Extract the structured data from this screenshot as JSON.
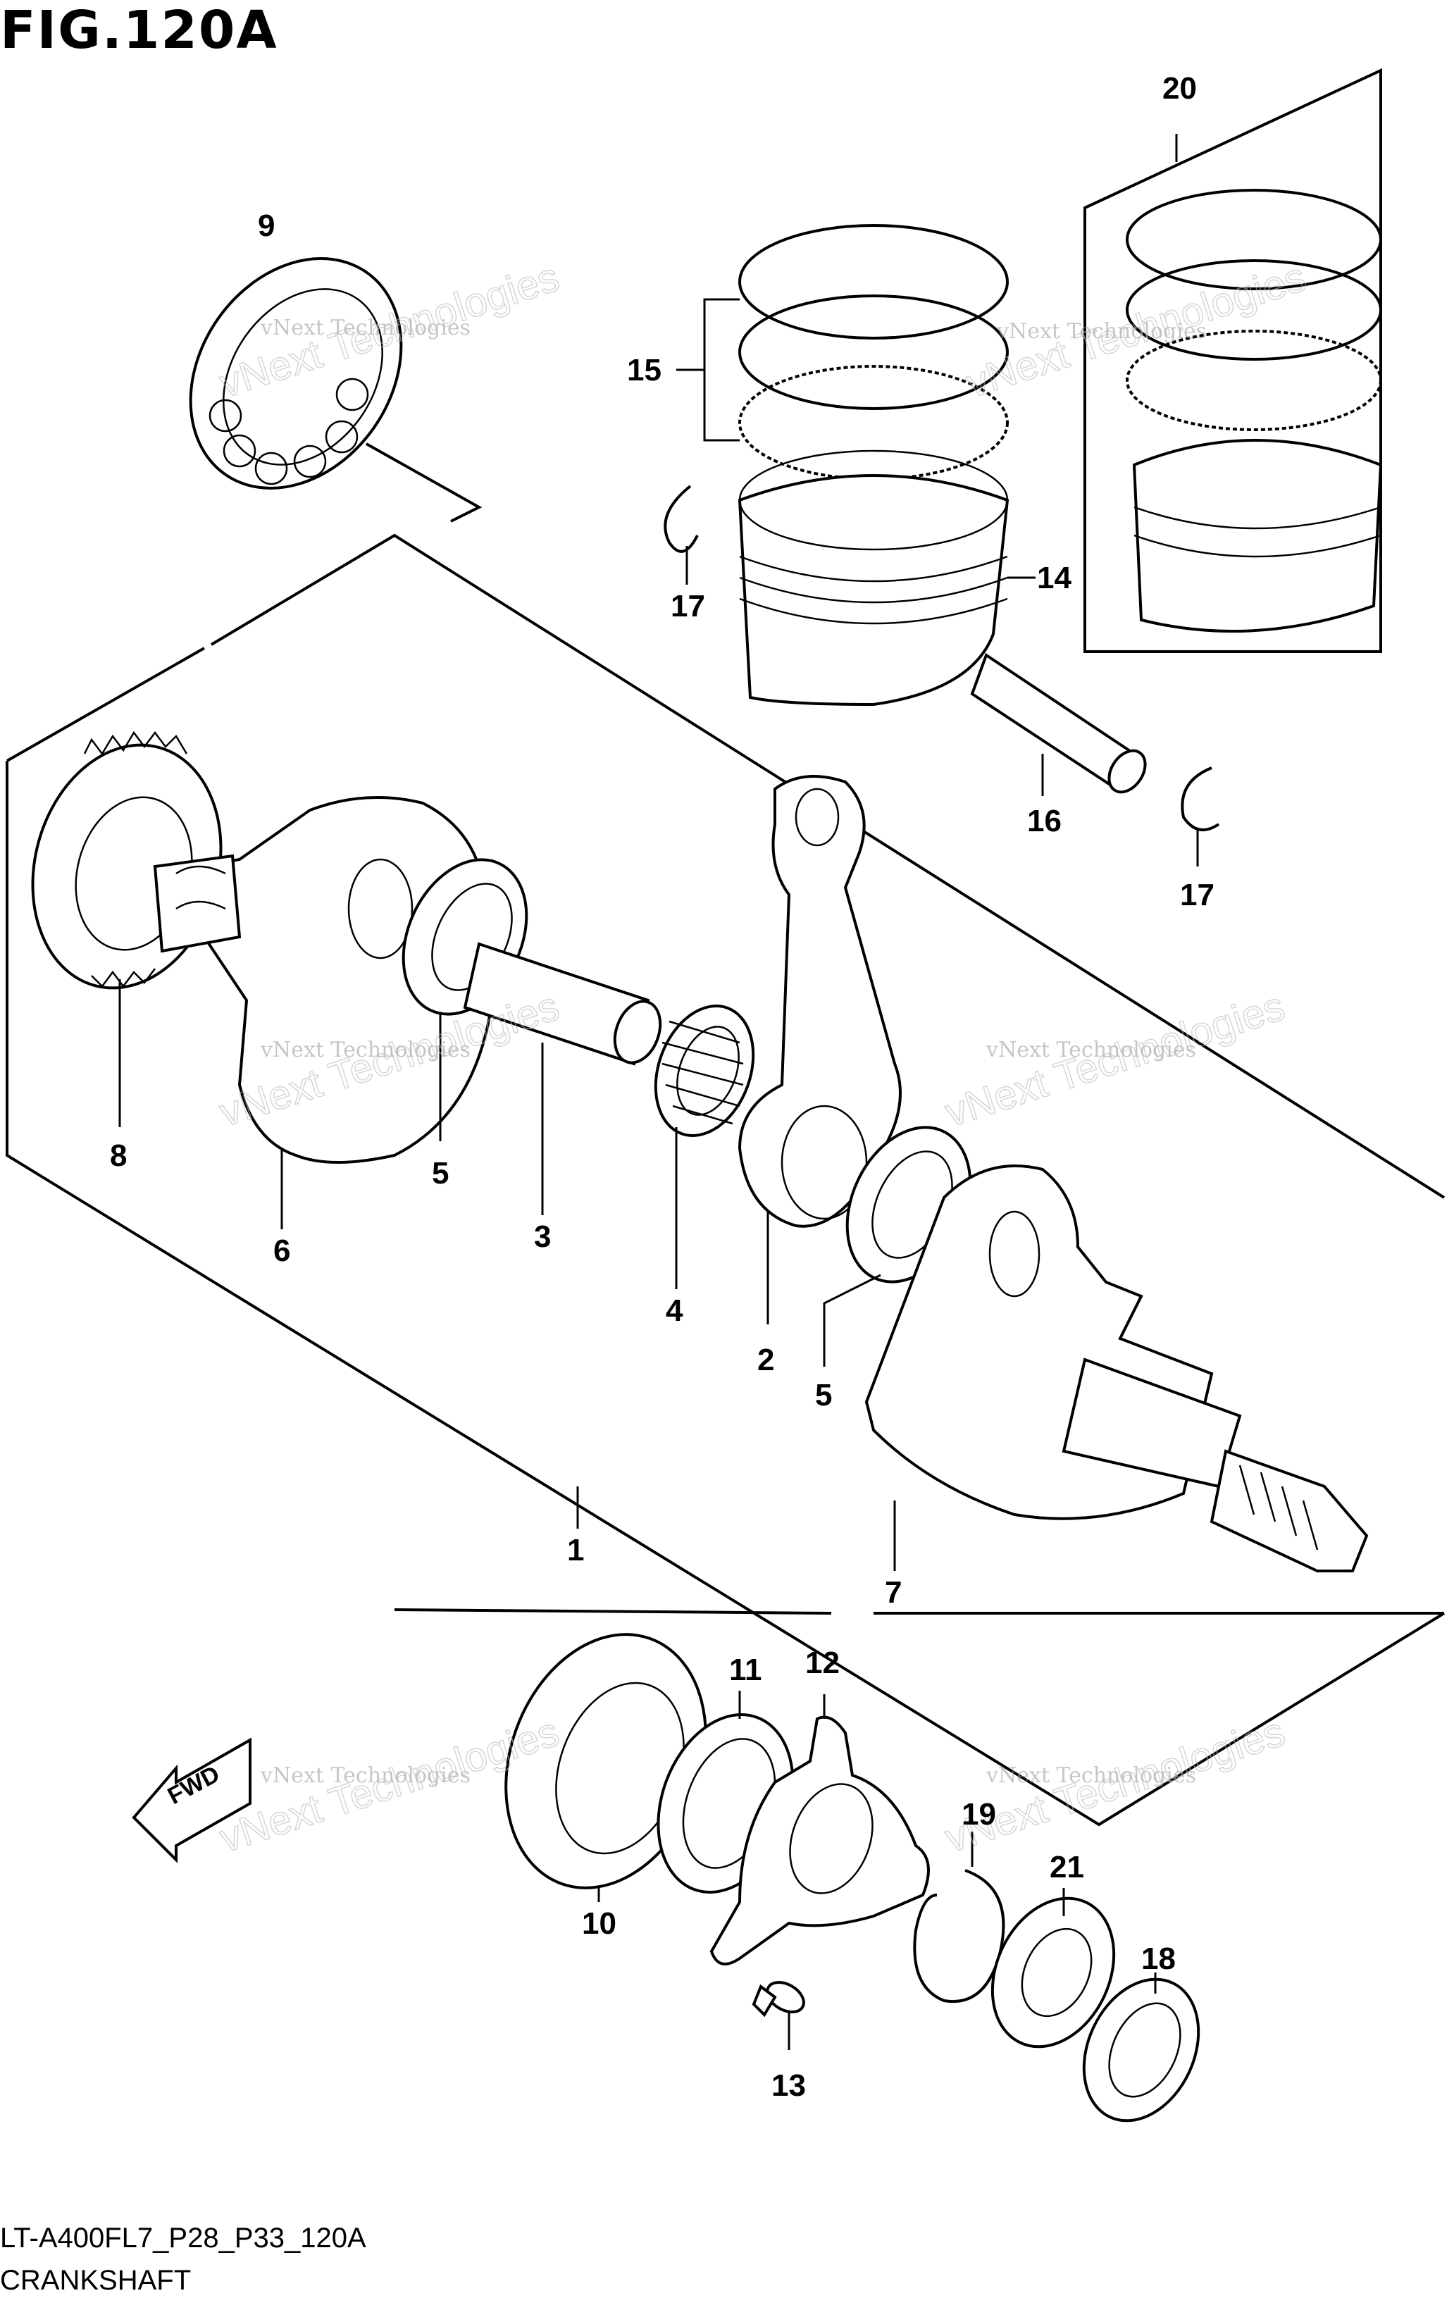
{
  "figure": {
    "title": "FIG.120A",
    "code": "LT-A400FL7_P28_P33_120A",
    "name": "CRANKSHAFT"
  },
  "callouts": [
    "1",
    "2",
    "3",
    "4",
    "5",
    "5",
    "6",
    "7",
    "8",
    "9",
    "10",
    "11",
    "12",
    "13",
    "14",
    "15",
    "16",
    "17",
    "17",
    "18",
    "19",
    "20",
    "21"
  ],
  "watermark": {
    "line1": "vNext Technologies",
    "line2": "vNext Technologies"
  },
  "fwd_label": "FWD",
  "colors": {
    "line": "#000000",
    "background": "#ffffff",
    "watermark": "#999999"
  }
}
